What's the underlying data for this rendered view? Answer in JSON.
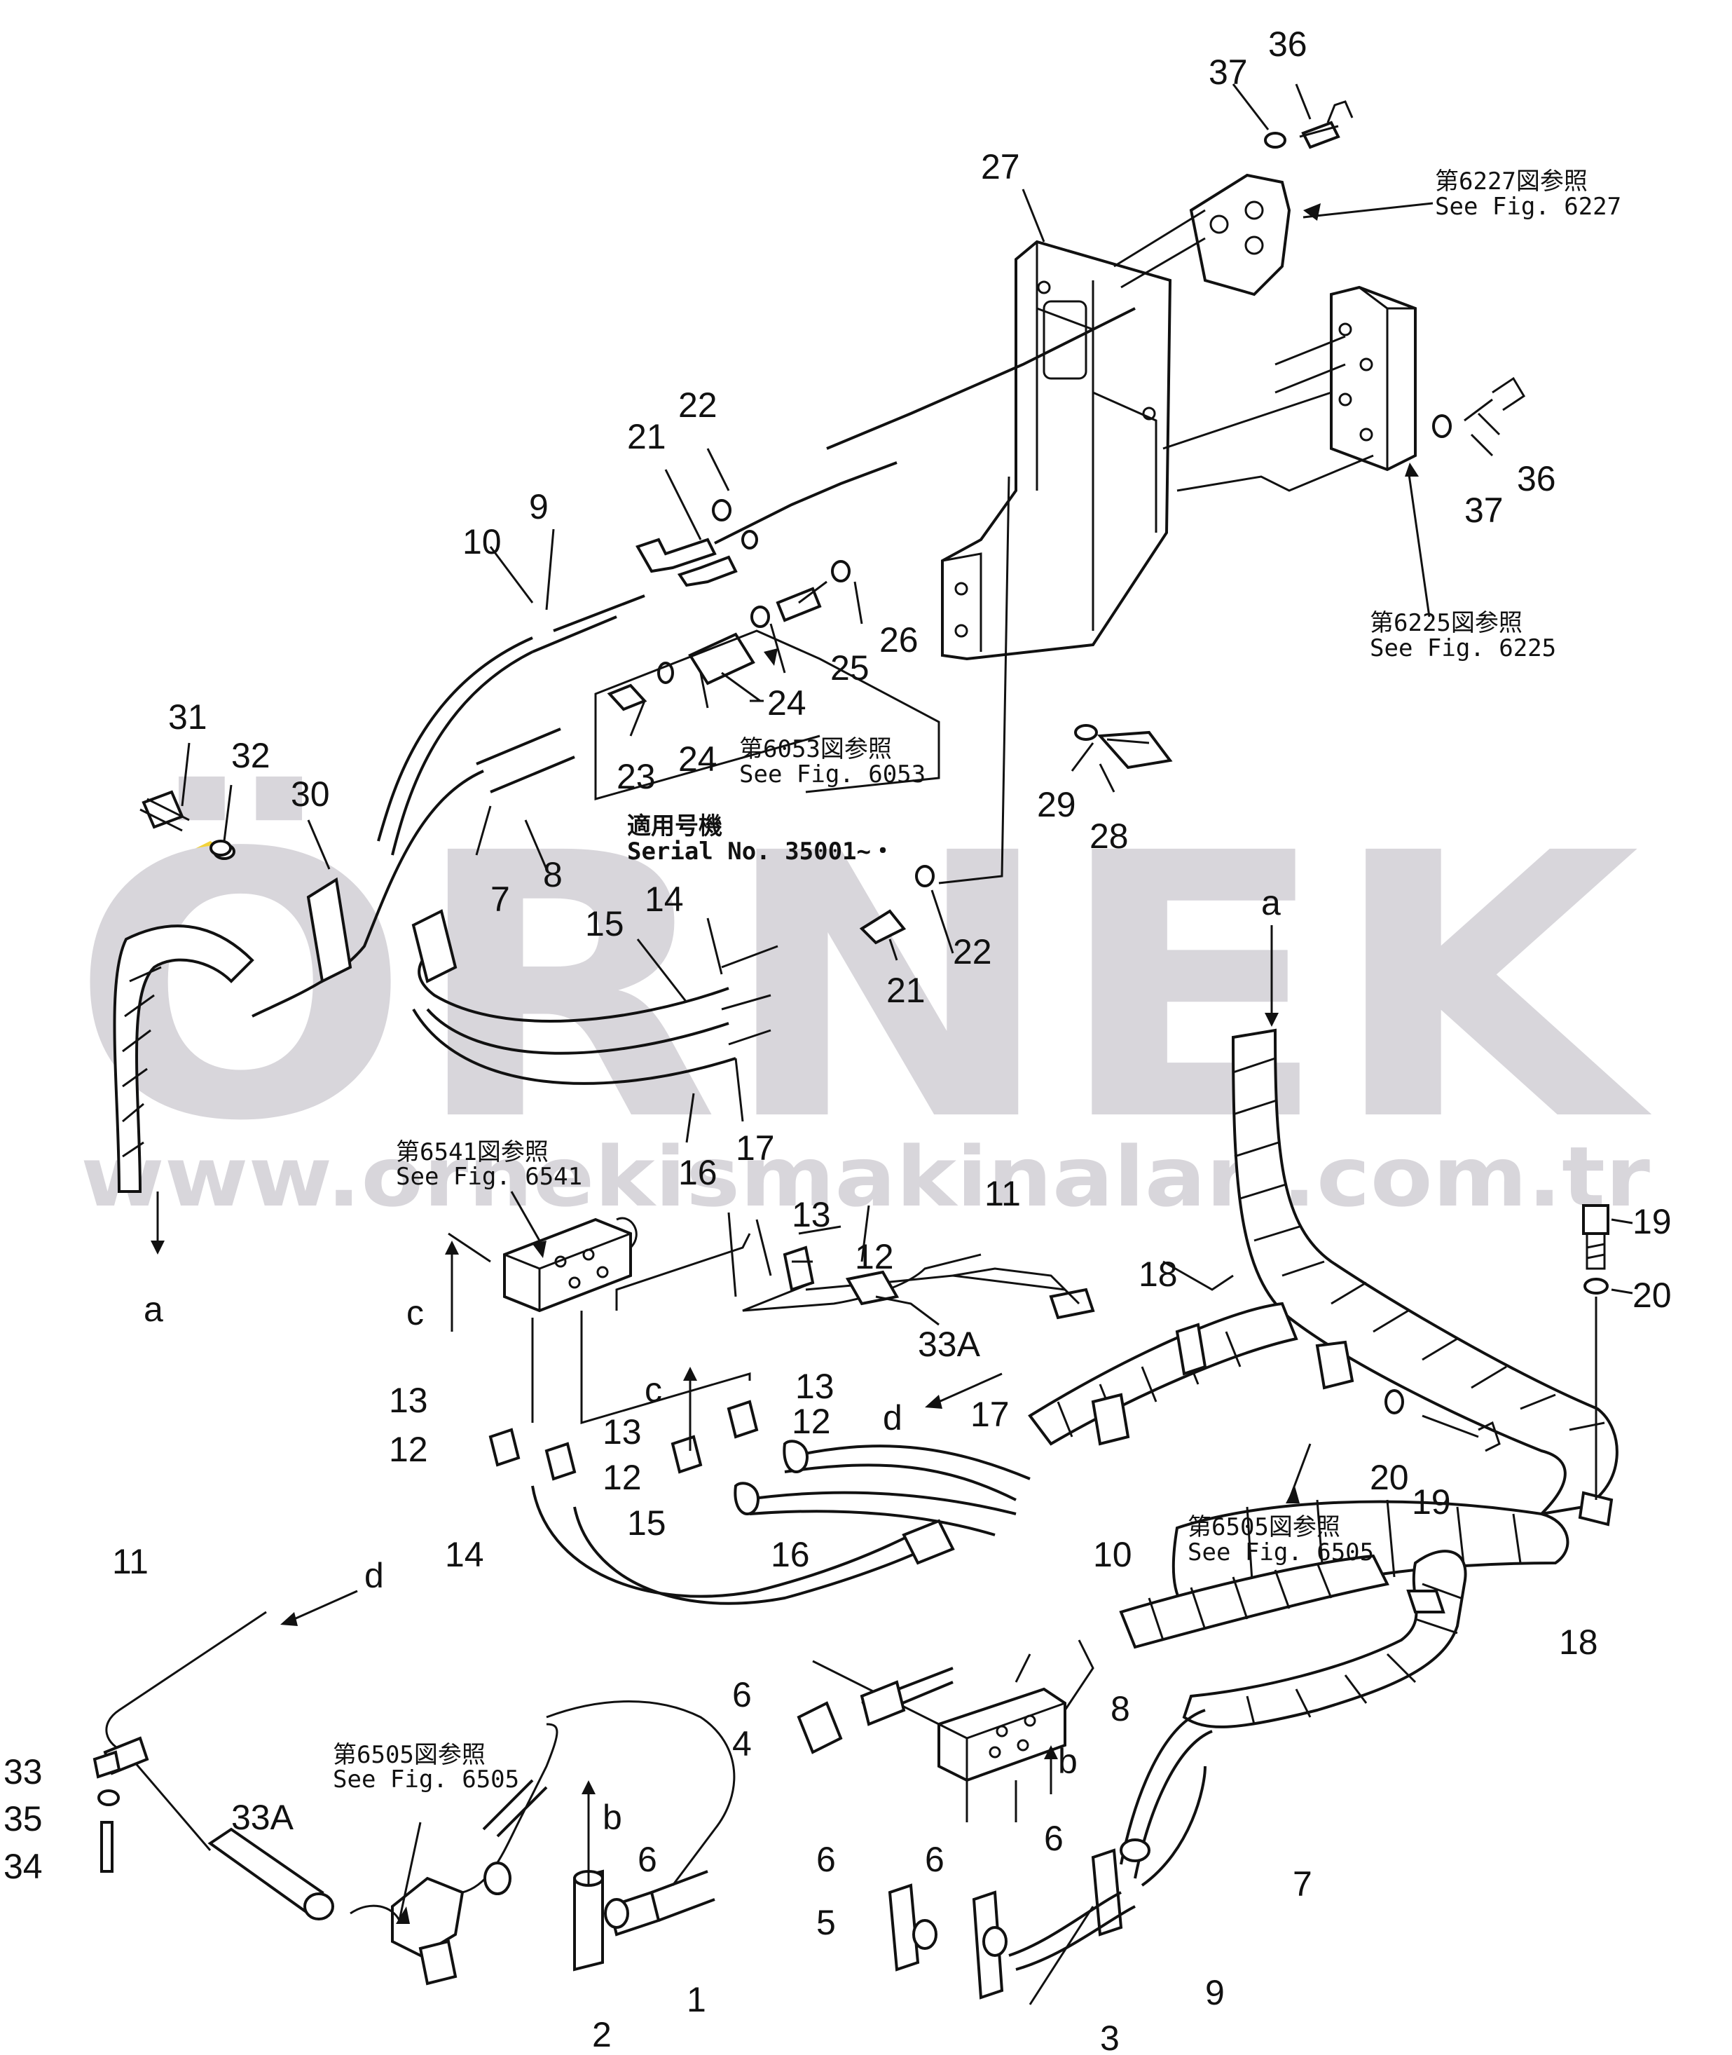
{
  "watermark": {
    "brand": "ÖRNEK",
    "url": "www.ornekismakinalari.com.tr",
    "accent_color": "#f2d23a"
  },
  "labels": [
    {
      "id": "l36a",
      "text": "36"
    },
    {
      "id": "l37a",
      "text": "37"
    },
    {
      "id": "l27",
      "text": "27"
    },
    {
      "id": "l36b",
      "text": "36"
    },
    {
      "id": "l37b",
      "text": "37"
    },
    {
      "id": "l22a",
      "text": "22"
    },
    {
      "id": "l21a",
      "text": "21"
    },
    {
      "id": "l9a",
      "text": "9"
    },
    {
      "id": "l10a",
      "text": "10"
    },
    {
      "id": "l25",
      "text": "25"
    },
    {
      "id": "l26",
      "text": "26"
    },
    {
      "id": "l24a",
      "text": "24"
    },
    {
      "id": "l24b",
      "text": "24"
    },
    {
      "id": "l23",
      "text": "23"
    },
    {
      "id": "l29",
      "text": "29"
    },
    {
      "id": "l28",
      "text": "28"
    },
    {
      "id": "l31",
      "text": "31"
    },
    {
      "id": "l32",
      "text": "32"
    },
    {
      "id": "l30",
      "text": "30"
    },
    {
      "id": "l7a",
      "text": "7"
    },
    {
      "id": "l8a",
      "text": "8"
    },
    {
      "id": "l21b",
      "text": "21"
    },
    {
      "id": "l22b",
      "text": "22"
    },
    {
      "id": "l14a",
      "text": "14"
    },
    {
      "id": "l15a",
      "text": "15"
    },
    {
      "id": "l16a",
      "text": "16"
    },
    {
      "id": "l17a",
      "text": "17"
    },
    {
      "id": "la1",
      "text": "a"
    },
    {
      "id": "la2",
      "text": "a"
    },
    {
      "id": "l11a",
      "text": "11"
    },
    {
      "id": "l13a",
      "text": "13"
    },
    {
      "id": "l12a",
      "text": "12"
    },
    {
      "id": "l33Aa",
      "text": "33A"
    },
    {
      "id": "lda",
      "text": "d"
    },
    {
      "id": "l18a",
      "text": "18"
    },
    {
      "id": "l19a",
      "text": "19"
    },
    {
      "id": "l20a",
      "text": "20"
    },
    {
      "id": "lc1",
      "text": "c"
    },
    {
      "id": "l13b",
      "text": "13"
    },
    {
      "id": "l12b",
      "text": "12"
    },
    {
      "id": "l13c",
      "text": "13"
    },
    {
      "id": "l12c",
      "text": "12"
    },
    {
      "id": "lc2",
      "text": "c"
    },
    {
      "id": "l13d",
      "text": "13"
    },
    {
      "id": "l12d",
      "text": "12"
    },
    {
      "id": "l17b",
      "text": "17"
    },
    {
      "id": "l14b",
      "text": "14"
    },
    {
      "id": "l15b",
      "text": "15"
    },
    {
      "id": "l16b",
      "text": "16"
    },
    {
      "id": "l20b",
      "text": "20"
    },
    {
      "id": "l19b",
      "text": "19"
    },
    {
      "id": "l11b",
      "text": "11"
    },
    {
      "id": "ldb",
      "text": "d"
    },
    {
      "id": "l10b",
      "text": "10"
    },
    {
      "id": "l18b",
      "text": "18"
    },
    {
      "id": "l33",
      "text": "33"
    },
    {
      "id": "l35",
      "text": "35"
    },
    {
      "id": "l34",
      "text": "34"
    },
    {
      "id": "l33Ab",
      "text": "33A"
    },
    {
      "id": "lb1",
      "text": "b"
    },
    {
      "id": "l6a",
      "text": "6"
    },
    {
      "id": "l2",
      "text": "2"
    },
    {
      "id": "l1",
      "text": "1"
    },
    {
      "id": "l6b",
      "text": "6"
    },
    {
      "id": "l4",
      "text": "4"
    },
    {
      "id": "l8b",
      "text": "8"
    },
    {
      "id": "lb2",
      "text": "b"
    },
    {
      "id": "l6c",
      "text": "6"
    },
    {
      "id": "l6d",
      "text": "6"
    },
    {
      "id": "l6e",
      "text": "6"
    },
    {
      "id": "l5",
      "text": "5"
    },
    {
      "id": "l7b",
      "text": "7"
    },
    {
      "id": "l9b",
      "text": "9"
    },
    {
      "id": "l3",
      "text": "3"
    }
  ],
  "references": {
    "fig6227_jp": "第6227図参照",
    "fig6227_en": "See  Fig. 6227",
    "fig6225_jp": "第6225図参照",
    "fig6225_en": "See  Fig. 6225",
    "fig6053_jp": "第6053図参照",
    "fig6053_en": "See  Fig. 6053",
    "serial_jp": "適用号機",
    "serial_en": "Serial  No. 35001~・",
    "fig6541_jp": "第6541図参照",
    "fig6541_en": "See Fig. 6541",
    "fig6505a_jp": "第6505図参照",
    "fig6505a_en": "See  Fig. 6505",
    "fig6505b_jp": "第6505図参照",
    "fig6505b_en": "See  Fig. 6505"
  }
}
